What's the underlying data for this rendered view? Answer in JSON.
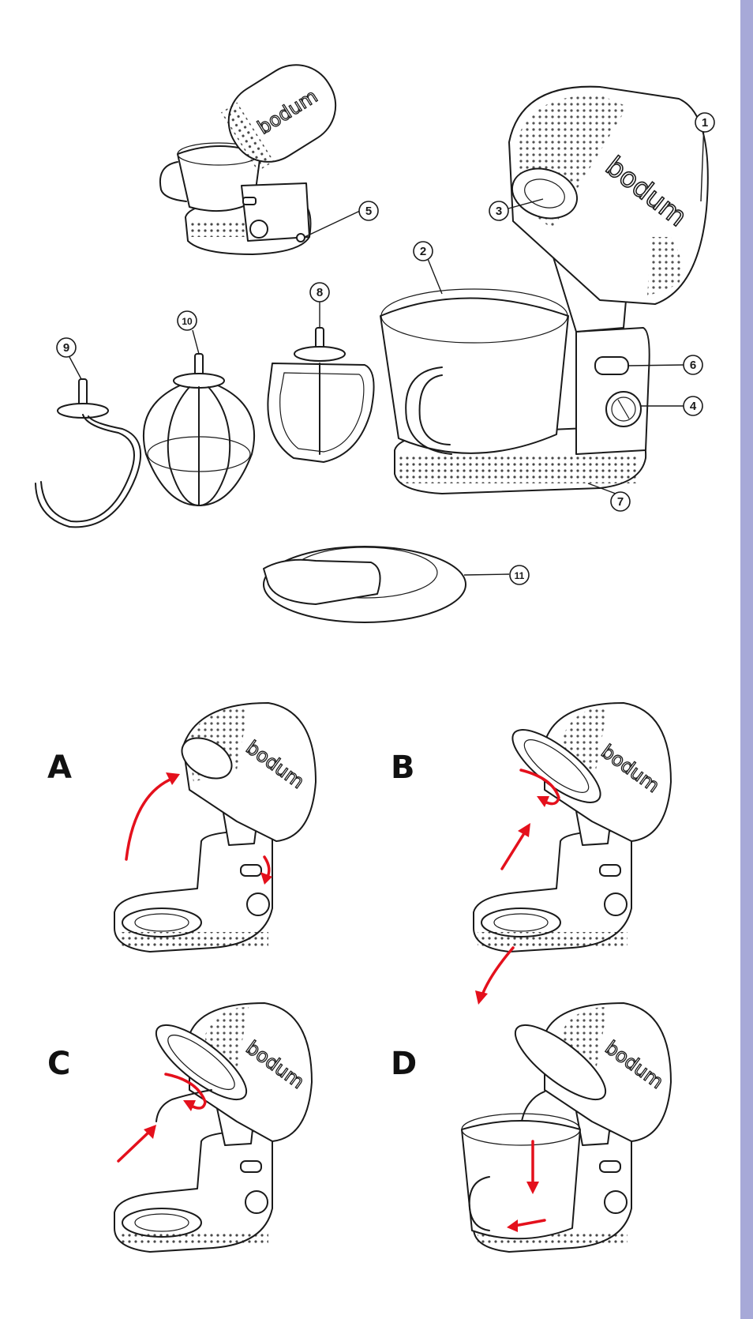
{
  "brand": "bodum",
  "callouts": [
    "1",
    "2",
    "3",
    "4",
    "5",
    "6",
    "7",
    "8",
    "9",
    "10",
    "11"
  ],
  "steps": [
    "A",
    "B",
    "C",
    "D"
  ],
  "colors": {
    "line": "#1a1a1a",
    "arrow": "#e4101c",
    "sidebar": "#a7a9d8",
    "background": "#ffffff"
  }
}
